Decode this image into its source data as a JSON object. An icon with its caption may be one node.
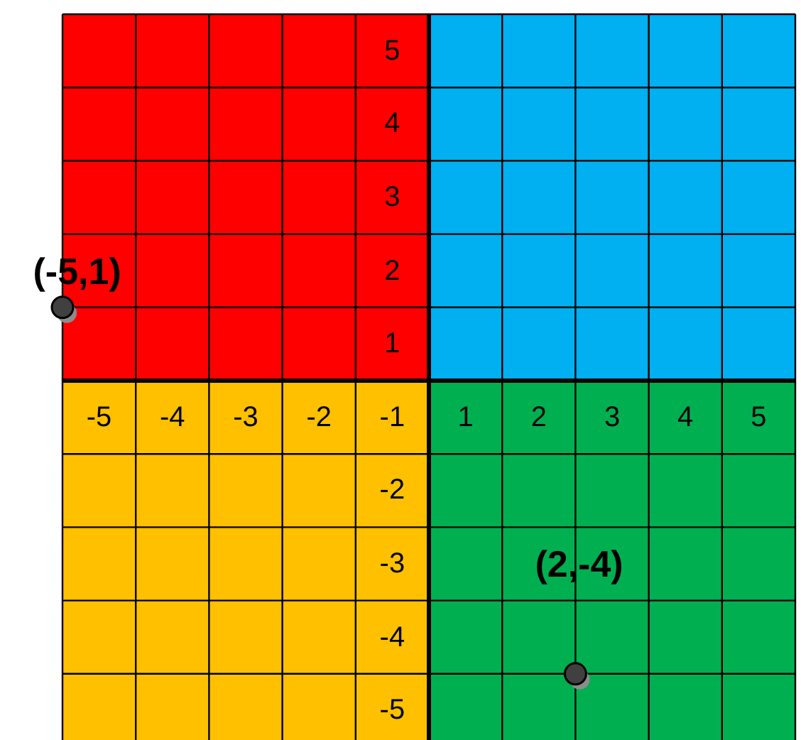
{
  "diagram": {
    "nodes": [
      {
        "text": [],
        "shape": "circle",
        "beside": [
          "(-5,1)"
        ]
      },
      {
        "text": [],
        "shape": "circle",
        "beside": [
          "(2,-4)"
        ]
      }
    ],
    "labels": [
      "5",
      "4",
      "3",
      "2",
      "1",
      "-5",
      "-4",
      "-3",
      "-2",
      "-1",
      "1",
      "2",
      "3",
      "4",
      "5",
      "-2",
      "-3",
      "-4",
      "-5"
    ]
  }
}
